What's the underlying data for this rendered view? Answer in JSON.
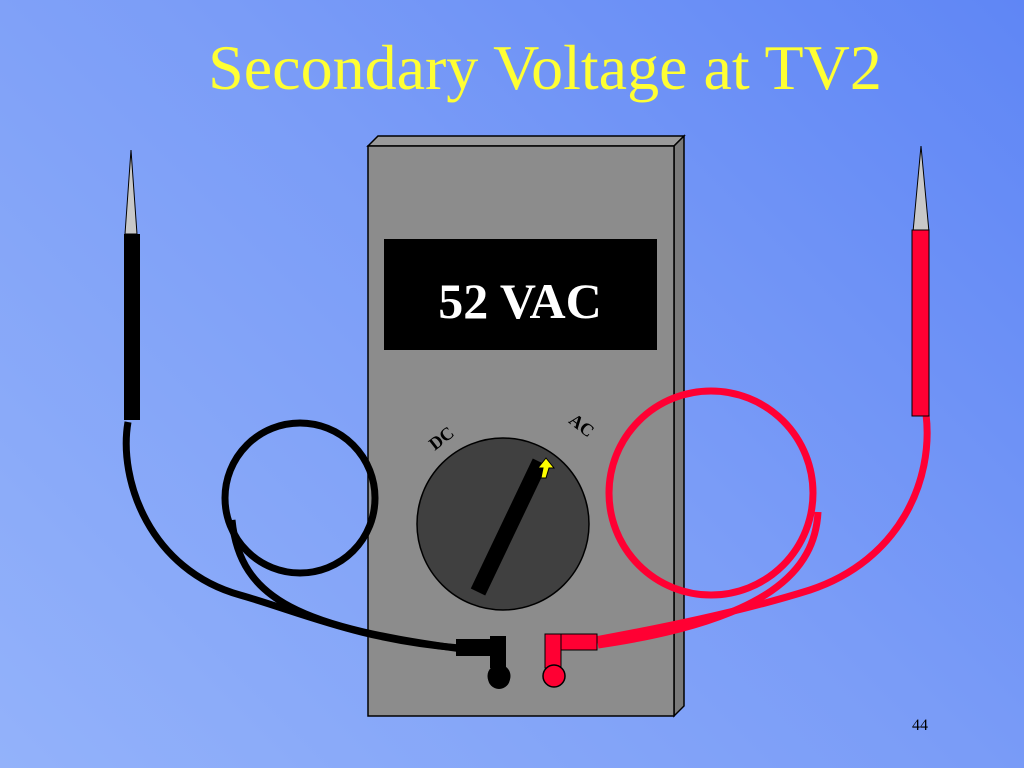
{
  "slide": {
    "title": "Secondary Voltage at TV2",
    "page_number": "44"
  },
  "meter": {
    "display_reading": "52 VAC",
    "dial_labels": {
      "dc": "DC",
      "ac": "AC"
    },
    "selected_mode": "AC"
  },
  "colors": {
    "title": "#ffff33",
    "background": "#7a9cf7",
    "meter_body": "#8c8c8c",
    "display_background": "#000000",
    "display_text": "#ffffff",
    "dial": "#404040",
    "black_lead": "#000000",
    "red_lead": "#ff0033",
    "probe_tip": "#c8c8c8",
    "selector_arrow": "#ffff00"
  },
  "leads": {
    "left": "black",
    "right": "red"
  }
}
